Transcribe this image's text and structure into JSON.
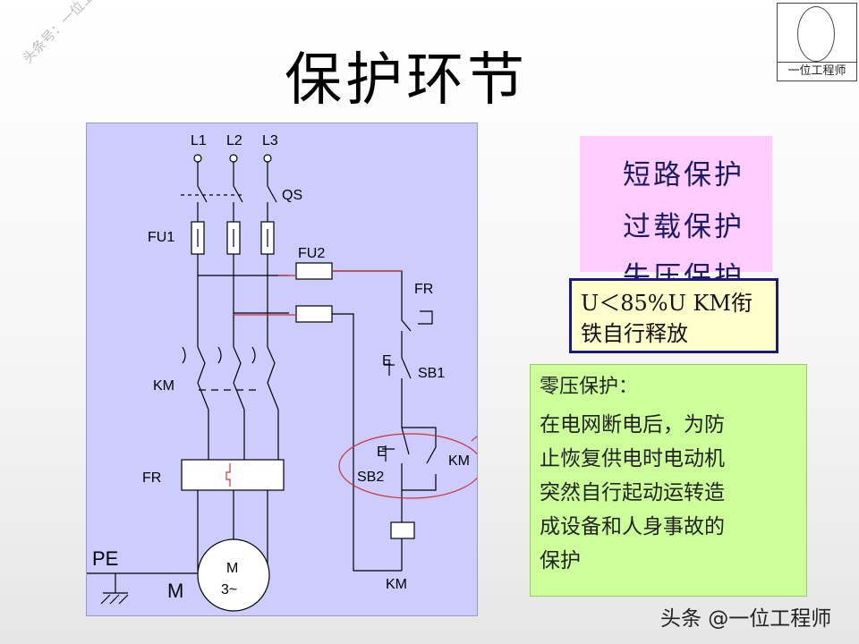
{
  "title": "保护环节",
  "watermark": "头条号：一位工程师",
  "logo": {
    "label": "一位工程师"
  },
  "diagram": {
    "labels": {
      "l1": "L1",
      "l2": "L2",
      "l3": "L3",
      "qs": "QS",
      "fu1": "FU1",
      "fu2": "FU2",
      "km_main": "KM",
      "fr_main": "FR",
      "pe": "PE",
      "m_ground": "M",
      "motor_m": "M",
      "motor_phase": "3~",
      "fr_ctrl": "FR",
      "sb1": "SB1",
      "sb2": "SB2",
      "km_aux": "KM",
      "km_coil": "KM",
      "e1": "E",
      "e2": "E"
    }
  },
  "protection_list": [
    "短路保护",
    "过载保护",
    "失压保护"
  ],
  "undervoltage_note": {
    "line1": "U＜85%U KM衔",
    "line2": "铁自行释放"
  },
  "zero_voltage": {
    "title": "零压保护：",
    "lines": [
      "在电网断电后，为防",
      "止恢复供电时电动机",
      "突然自行起动运转造",
      "成设备和人身事故的",
      "保护"
    ]
  },
  "footer": "头条 @一位工程师",
  "colors": {
    "diagram_bg": "#ccccff",
    "pink_bg": "#ffccff",
    "yellow_bg": "#ffffcc",
    "green_bg": "#ccff99",
    "red_line": "#cc3333",
    "navy_border": "#1a1a80"
  }
}
